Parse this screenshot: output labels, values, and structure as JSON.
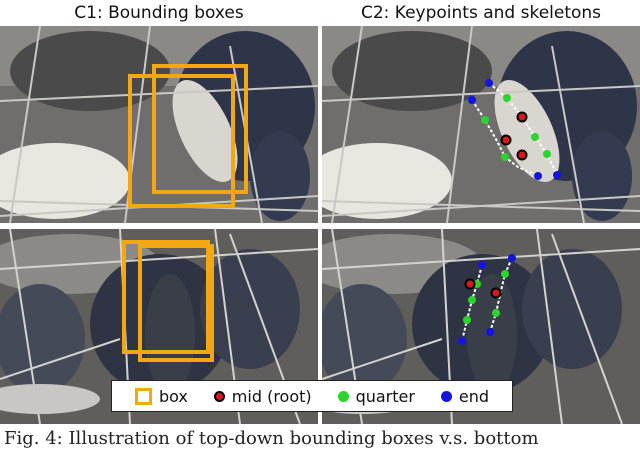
{
  "titles": {
    "c1": "C1: Bounding boxes",
    "c2": "C2: Keypoints and skeletons"
  },
  "panels": {
    "top_left": "pigs-pen-top-bounding-boxes",
    "top_right": "pigs-pen-top-keypoints",
    "bottom_left": "pigs-pen-bottom-bounding-boxes",
    "bottom_right": "pigs-pen-bottom-keypoints"
  },
  "legend": {
    "box": "box",
    "mid": "mid (root)",
    "quarter": "quarter",
    "end": "end"
  },
  "colors": {
    "box": "#f3a712",
    "mid": "#d7191c",
    "quarter": "#2bd42b",
    "end": "#1414e0",
    "skeleton": "#ffffff"
  },
  "caption": "Fig. 4: Illustration of top-down bounding boxes v.s. bottom"
}
